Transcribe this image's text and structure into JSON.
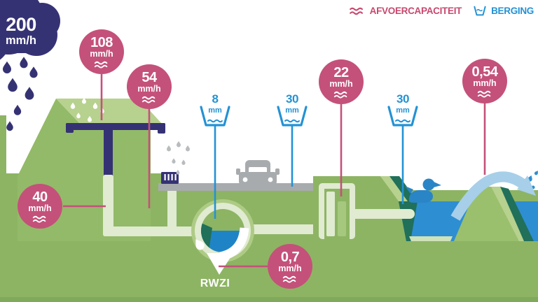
{
  "legend": {
    "afvoercapaciteit": "AFVOERCAPACITEIT",
    "berging": "BERGING"
  },
  "cloud": {
    "value": "200",
    "unit": "mm/h"
  },
  "capacity_markers": [
    {
      "value": "108",
      "unit": "mm/h"
    },
    {
      "value": "54",
      "unit": "mm/h"
    },
    {
      "value": "22",
      "unit": "mm/h"
    },
    {
      "value": "0,54",
      "unit": "mm/h"
    },
    {
      "value": "40",
      "unit": "mm/h"
    },
    {
      "value": "0,7",
      "unit": "mm/h"
    }
  ],
  "storage_markers": [
    {
      "value": "8",
      "unit": "mm"
    },
    {
      "value": "30",
      "unit": "mm"
    },
    {
      "value": "30",
      "unit": "mm"
    }
  ],
  "labels": {
    "rwzi": "RWZI"
  },
  "colors": {
    "capacity_pink": "#c4517a",
    "storage_blue": "#2492d4",
    "ground_green": "#8db463",
    "cloud_navy": "#353274",
    "water_blue": "#2e8ed2",
    "shadow_teal": "#20705a",
    "weir_arrow_blue": "#a7cfe9",
    "road_grey": "#a8abad"
  }
}
